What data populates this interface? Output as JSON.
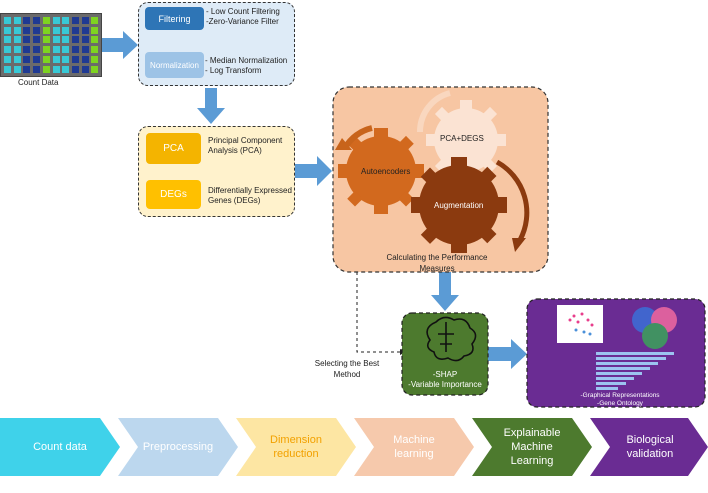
{
  "input": {
    "label": "Count Data"
  },
  "preprocessing": {
    "filtering_label": "Filtering",
    "filtering_items": [
      "- Low Count Filtering",
      "-Zero-Variance Filter"
    ],
    "normalization_label": "Normalization",
    "normalization_items": [
      "- Median Normalization",
      "- Log Transform"
    ]
  },
  "dimension_reduction": {
    "pca_label": "PCA",
    "pca_desc": [
      "Principal Component",
      "Analysis (PCA)"
    ],
    "degs_label": "DEGs",
    "degs_desc": [
      "Differentially Expressed",
      "Genes (DEGs)"
    ]
  },
  "models": {
    "pca_degs_label": "PCA+DEGS",
    "autoencoders_label": "Autoencoders",
    "augmentation_label": "Augmentation",
    "performance_label": [
      "Calculating the Performance",
      "Measures"
    ]
  },
  "selection": {
    "label": [
      "Selecting the Best",
      "Method"
    ]
  },
  "explainable": {
    "items": [
      "-SHAP",
      "-Variable Importance"
    ]
  },
  "biological": {
    "items": [
      "-Graphical Representations",
      "-Gene Ontology"
    ]
  },
  "pipeline": [
    {
      "label": [
        "Count data"
      ],
      "color": "#3fd2ea",
      "text_color": "#ffffff"
    },
    {
      "label": [
        "Preprocessing"
      ],
      "color": "#bcd7ee",
      "text_color": "#ffffff"
    },
    {
      "label": [
        "Dimension",
        "reduction"
      ],
      "color": "#fde6a3",
      "text_color": "#f2a100"
    },
    {
      "label": [
        "Machine",
        "learning"
      ],
      "color": "#f6c9ac",
      "text_color": "#ffffff"
    },
    {
      "label": [
        "Explainable",
        "Machine",
        "Learning"
      ],
      "color": "#4d7a2e",
      "text_color": "#ffffff"
    },
    {
      "label": [
        "Biological",
        "validation"
      ],
      "color": "#6a2c93",
      "text_color": "#ffffff"
    }
  ],
  "colors": {
    "arrow": "#5b9bd5",
    "filtering": "#2e75b6",
    "normalization": "#9dc3e6",
    "pca": "#f4b400",
    "degs": "#ffc000",
    "ml_box": "#f7c6a3",
    "shap_box": "#4d7a2e",
    "bio_box": "#6a2c93"
  }
}
